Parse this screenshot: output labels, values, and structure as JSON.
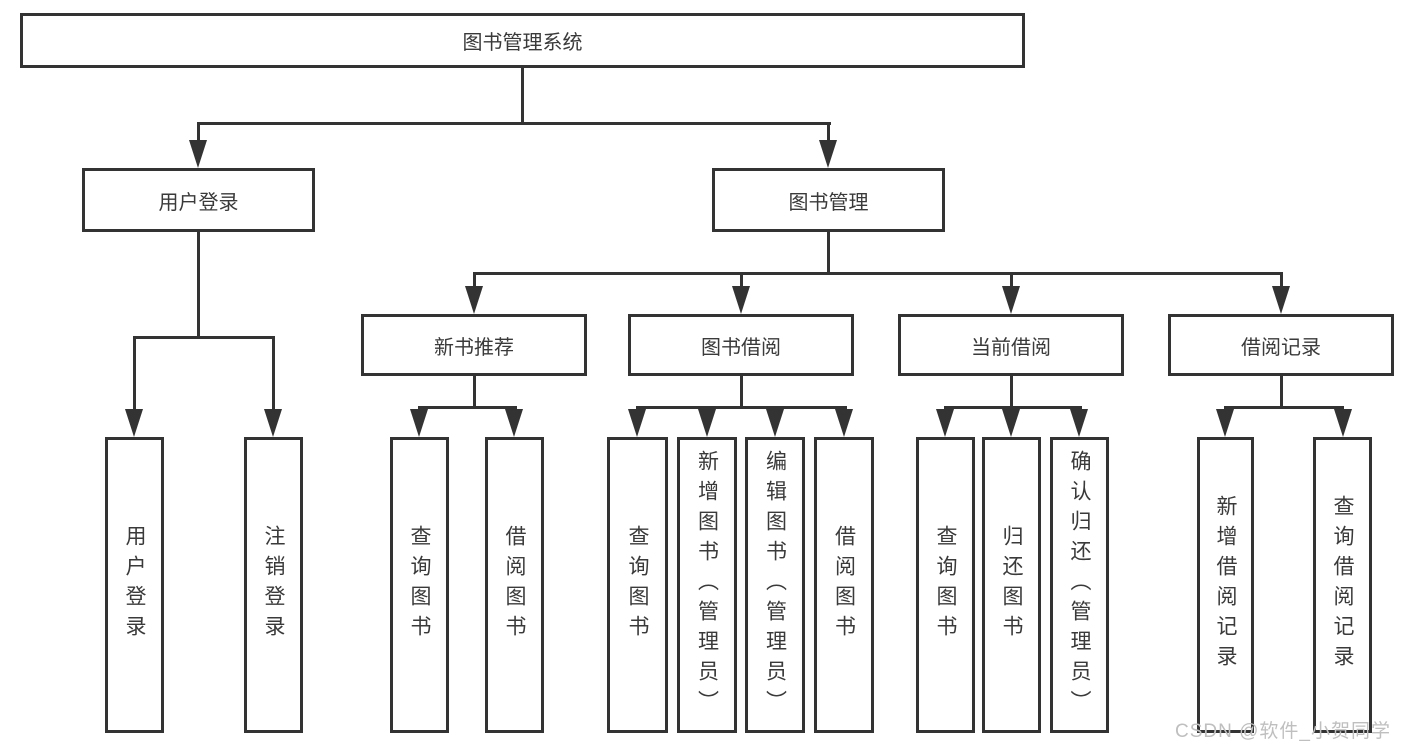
{
  "diagram": {
    "tree": {
      "label": "图书管理系统",
      "children": [
        {
          "label": "用户登录",
          "children": [
            {
              "label": "用户登录"
            },
            {
              "label": "注销登录"
            }
          ]
        },
        {
          "label": "图书管理",
          "children": [
            {
              "label": "新书推荐",
              "children": [
                {
                  "label": "查询图书"
                },
                {
                  "label": "借阅图书"
                }
              ]
            },
            {
              "label": "图书借阅",
              "children": [
                {
                  "label": "查询图书"
                },
                {
                  "label": "新增图书（管理员）"
                },
                {
                  "label": "编辑图书（管理员）"
                },
                {
                  "label": "借阅图书"
                }
              ]
            },
            {
              "label": "当前借阅",
              "children": [
                {
                  "label": "查询图书"
                },
                {
                  "label": "归还图书"
                },
                {
                  "label": "确认归还（管理员）"
                }
              ]
            },
            {
              "label": "借阅记录",
              "children": [
                {
                  "label": "新增借阅记录"
                },
                {
                  "label": "查询借阅记录"
                }
              ]
            }
          ]
        }
      ]
    }
  },
  "watermark": {
    "text": "CSDN @软件_小贺同学"
  },
  "colors": {
    "line": "#333333",
    "text": "#3a3a3a",
    "background": "#ffffff",
    "watermark": "#bfbfbf"
  }
}
